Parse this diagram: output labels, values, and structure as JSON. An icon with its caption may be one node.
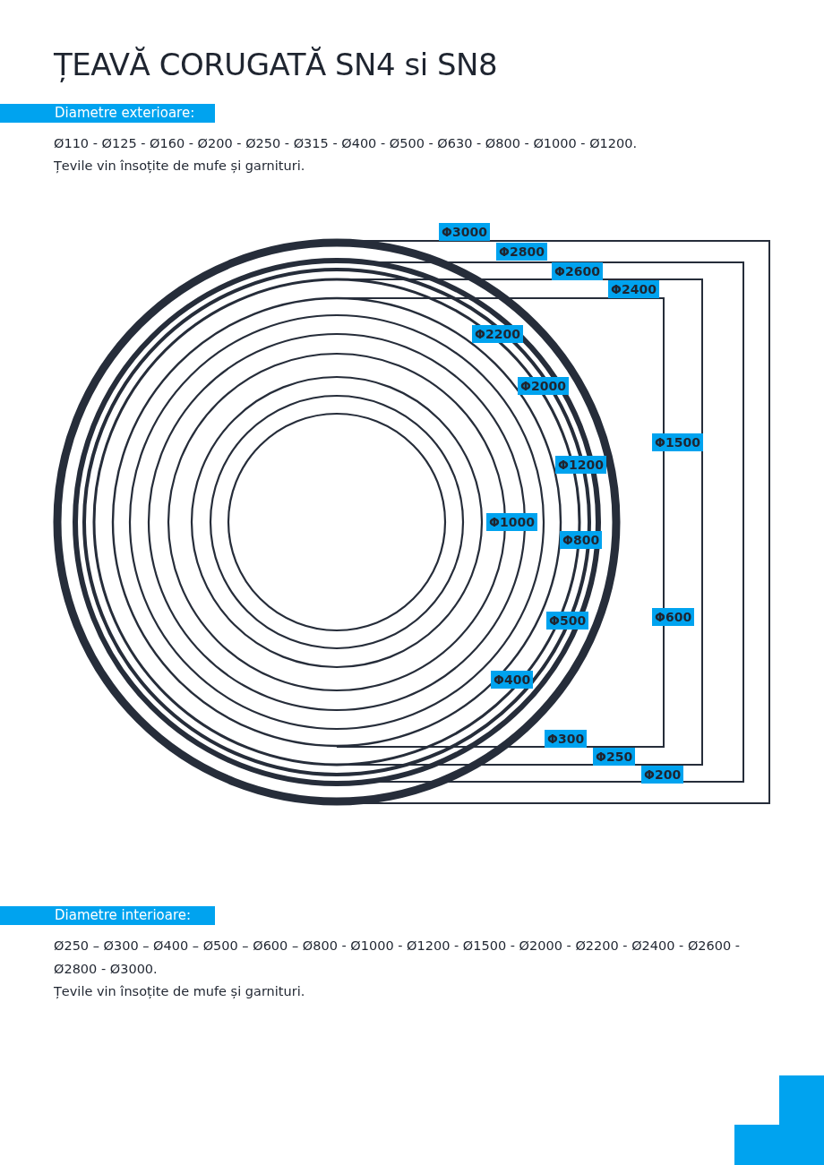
{
  "diagram": {
    "title": "ȚEAVĂ CORUGATĂ SN4 si SN8",
    "labels": [
      "Diametre exterioare:",
      "Ø110 - Ø125 - Ø160 - Ø200 - Ø250 - Ø315 - Ø400 - Ø500 - Ø630 - Ø800 - Ø1000 - Ø1200.",
      "Țevile vin însoțite de mufe și garnituri.",
      "Φ3000",
      "Φ2800",
      "Φ2600",
      "Φ2400",
      "Φ2200",
      "Φ2000",
      "Φ1500",
      "Φ1200",
      "Φ1000",
      "Φ800",
      "Φ600",
      "Φ500",
      "Φ400",
      "Φ300",
      "Φ250",
      "Φ200",
      "Diametre interioare:",
      "Ø250 – Ø300 – Ø400 – Ø500 – Ø600 – Ø800 - Ø1000 - Ø1200 - Ø1500 - Ø2000 - Ø2200 - Ø2400 - Ø2600 - Ø2800 - Ø3000.",
      "Țevile vin însoțite de mufe și garnituri."
    ]
  }
}
